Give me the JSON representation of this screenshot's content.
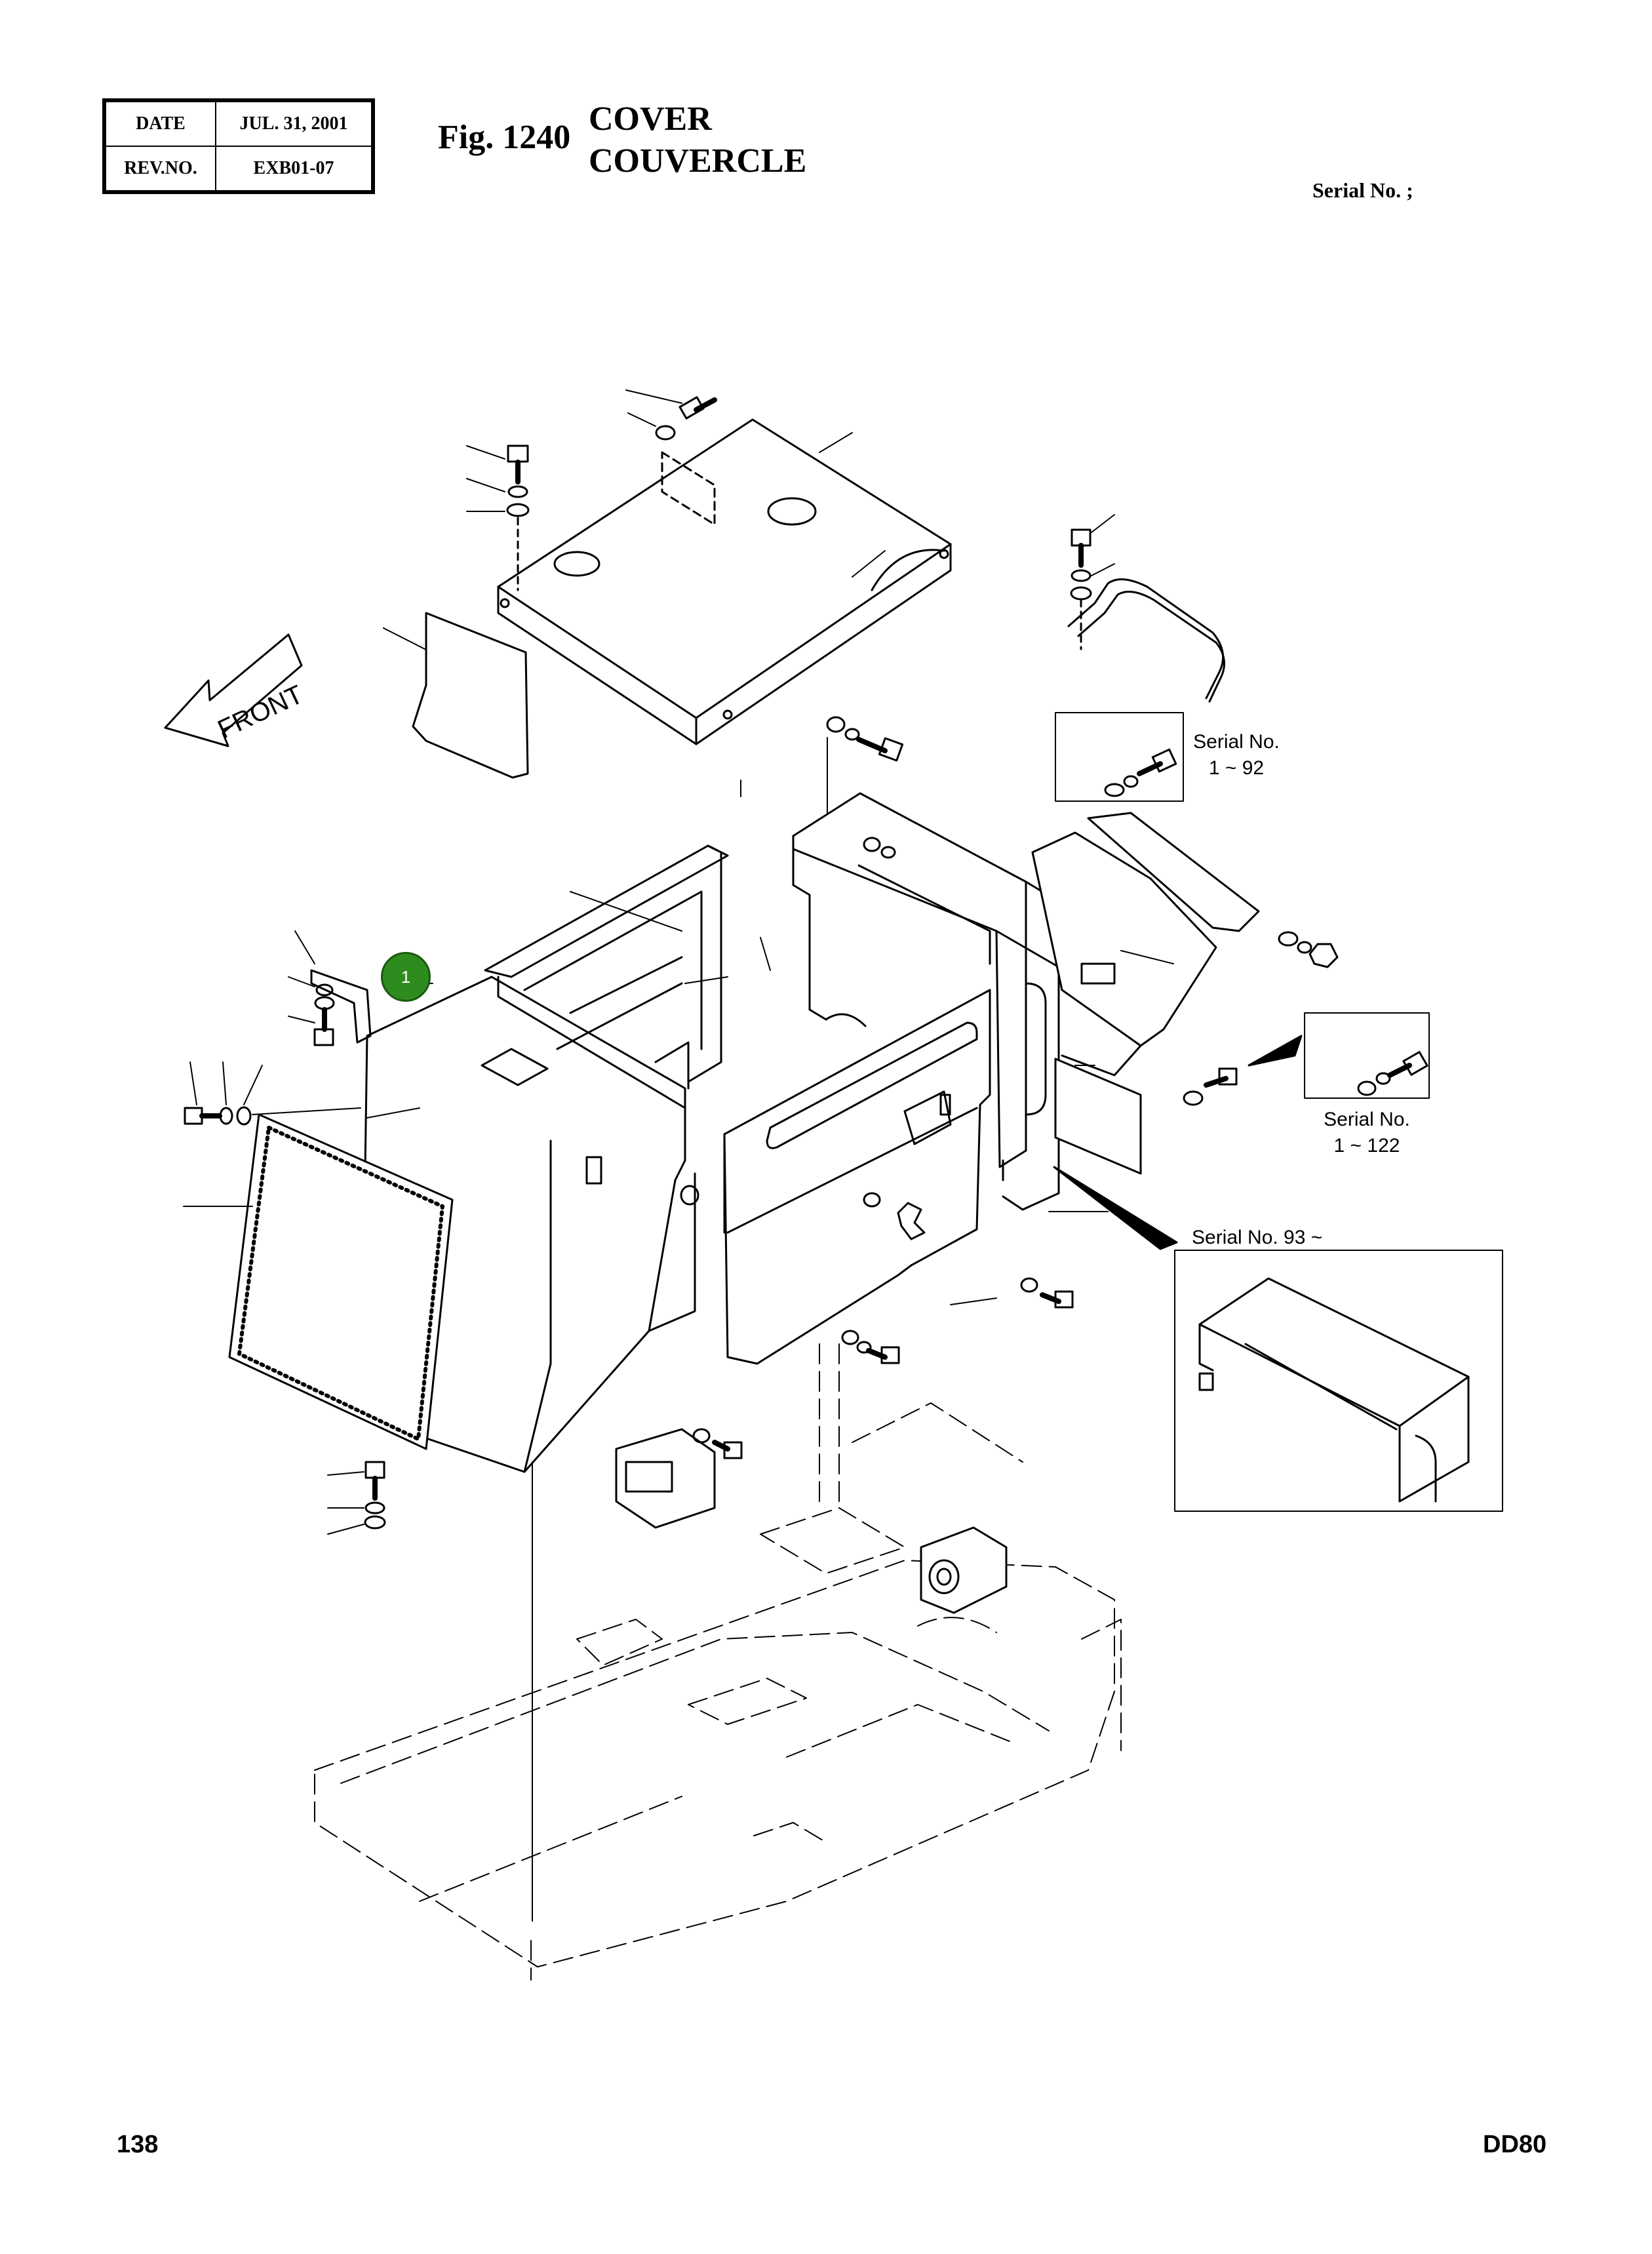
{
  "header": {
    "date_label": "DATE",
    "date_value": "JUL. 31, 2001",
    "rev_label": "REV.NO.",
    "rev_value": "EXB01-07"
  },
  "figure": {
    "number": "Fig. 1240",
    "title_en": "COVER",
    "title_fr": "COUVERCLE"
  },
  "serial_top": "Serial No. ;",
  "front_label": "FRONT",
  "callouts": [
    {
      "line1": "Serial No.",
      "line2": "1 ~ 92"
    },
    {
      "line1": "Serial No.",
      "line2": "1 ~ 122"
    },
    {
      "line1": "Serial No. 93 ~"
    }
  ],
  "item_badge": "1",
  "footer": {
    "page_number": "138",
    "model": "DD80"
  }
}
